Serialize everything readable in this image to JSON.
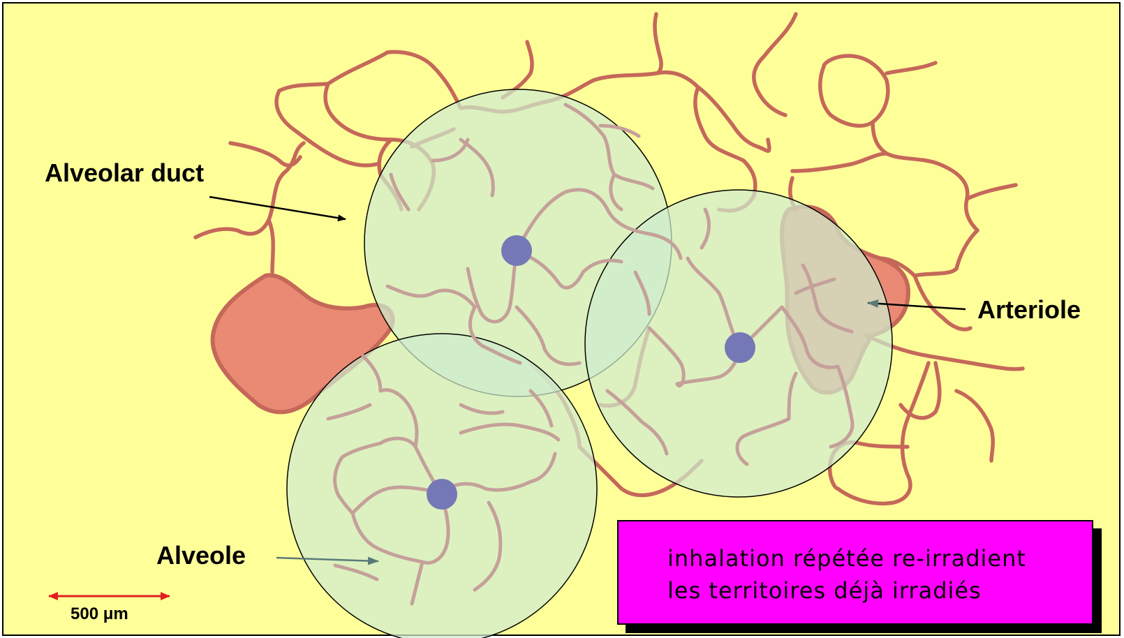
{
  "labels": {
    "alveolar_duct": "Alveolar duct",
    "arteriole": "Arteriole",
    "alveole": "Alveole",
    "scale": "500 μm"
  },
  "callout": {
    "line1": "inhalation répétée re-irradient",
    "line2": "les territoires déjà irradiés"
  },
  "colors": {
    "background": "#ffff99",
    "wall": "#c5685a",
    "arteriole_fill": "#ea8a74",
    "circle_fill": "#cfeccd",
    "particle": "#7478b6",
    "callout_fill": "#ff00ff",
    "scale_arrow": "#e02020"
  }
}
